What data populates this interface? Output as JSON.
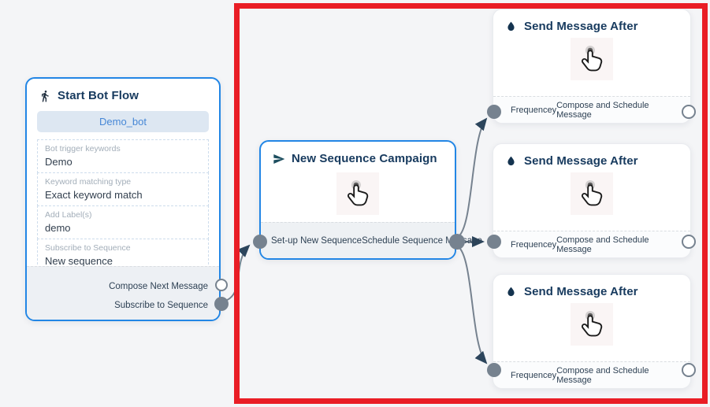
{
  "colors": {
    "canvas_bg": "#f4f5f7",
    "node_border_blue": "#2286e5",
    "red_highlight": "#e91d25",
    "edge_gray": "#76828f",
    "arrow_dark": "#2c455c",
    "title_navy": "#173a5e",
    "port_gray": "#76828f"
  },
  "icons": {
    "start": "walking-person-icon",
    "campaign": "send-icon",
    "send": "water-drop-icon",
    "body_hint": "hand-pointer-icon"
  },
  "start_node": {
    "title": "Start Bot Flow",
    "bot_name": "Demo_bot",
    "fields": [
      {
        "label": "Bot trigger keywords",
        "value": "Demo"
      },
      {
        "label": "Keyword matching type",
        "value": "Exact keyword match"
      },
      {
        "label": "Add Label(s)",
        "value": "demo"
      },
      {
        "label": "Subscribe to Sequence",
        "value": "New sequence"
      }
    ],
    "outputs": [
      {
        "label": "Compose Next Message",
        "port_state": "empty"
      },
      {
        "label": "Subscribe to Sequence",
        "port_state": "filled"
      }
    ]
  },
  "campaign_node": {
    "title": "New Sequence Campaign",
    "input_label": "Set-up New Sequence",
    "output_label": "Schedule Sequence Message"
  },
  "send_nodes": [
    {
      "title": "Send Message After",
      "input_label": "Frequencey",
      "output_label": "Compose and Schedule Message"
    },
    {
      "title": "Send Message After",
      "input_label": "Frequencey",
      "output_label": "Compose and Schedule Message"
    },
    {
      "title": "Send Message After",
      "input_label": "Frequencey",
      "output_label": "Compose and Schedule Message"
    }
  ]
}
